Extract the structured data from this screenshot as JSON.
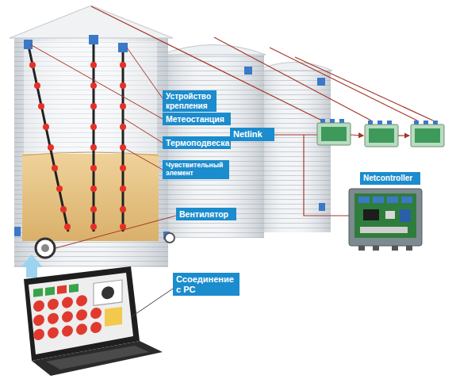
{
  "diagram": {
    "nodes": [
      {
        "text": [
          "Устройство крепления"
        ]
      },
      {
        "text": [
          "Метеостанция"
        ]
      },
      {
        "text": [
          "Netlink"
        ]
      },
      {
        "text": [
          "Термоподвеска"
        ]
      },
      {
        "text": [
          "Чувствительный элемент"
        ]
      },
      {
        "text": [
          "Netcontroller"
        ]
      },
      {
        "text": [
          "Вентилятор"
        ]
      },
      {
        "text": [
          "Ссоединение с PC"
        ]
      }
    ]
  }
}
